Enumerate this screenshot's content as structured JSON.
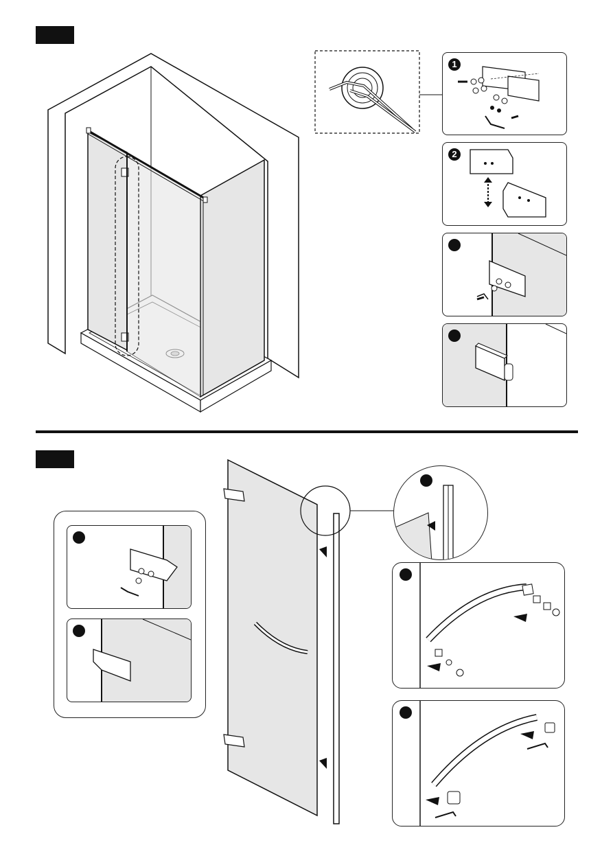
{
  "steps": [
    {
      "id": "step-1",
      "tab_label": ""
    },
    {
      "id": "step-2",
      "tab_label": ""
    }
  ],
  "step1": {
    "detail_numbers": [
      "1",
      "2",
      "",
      ""
    ]
  },
  "step2": {
    "detail_numbers": [
      "",
      "",
      "",
      "",
      ""
    ]
  },
  "colors": {
    "ink": "#111111",
    "glass": "#e6e6e6",
    "white": "#ffffff"
  },
  "icons": [
    "shower-enclosure-illustration",
    "allen-key-icon",
    "hinge-icon",
    "handle-icon",
    "seal-strip-icon",
    "arrow-icon"
  ]
}
